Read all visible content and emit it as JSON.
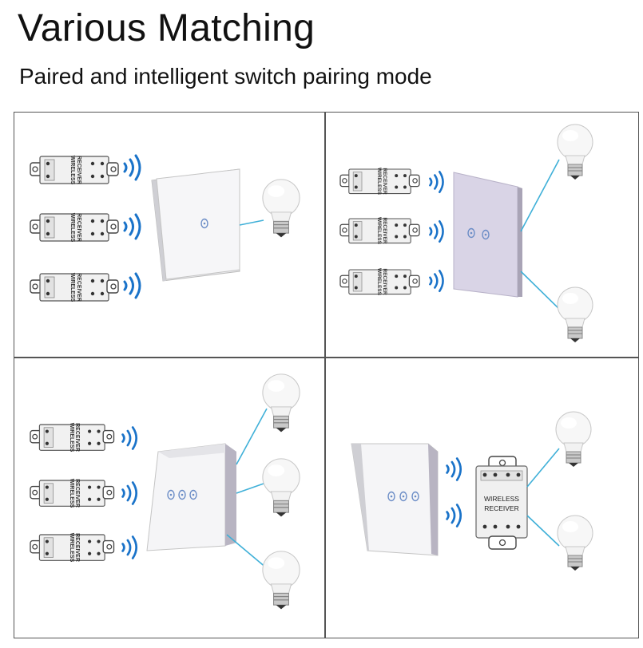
{
  "header": {
    "title": "Various Matching",
    "subtitle": "Paired and intelligent switch pairing mode"
  },
  "receiver_label_line1": "WIRELESS",
  "receiver_label_line2": "RECEIVER",
  "colors": {
    "signal": "#1a73c9",
    "wire": "#3fb0d8",
    "panel_white": "#f4f4f6",
    "panel_lilac": "#d9d4e6",
    "frame": "#555555"
  }
}
